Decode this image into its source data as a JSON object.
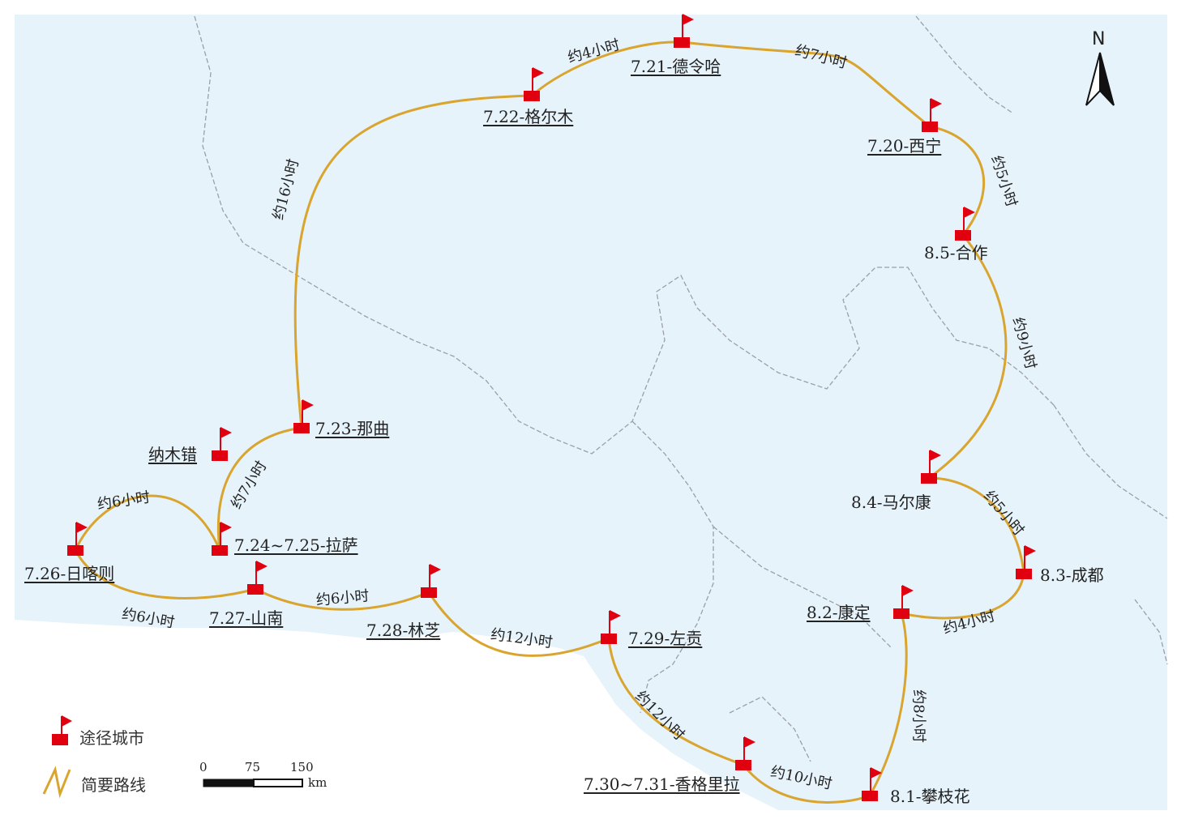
{
  "colors": {
    "land": "#e6f3fb",
    "route": "#d9a52e",
    "flag": "#e0000f",
    "border": "#9aa0a6"
  },
  "north_label": "N",
  "cities": [
    {
      "id": "delingha",
      "label": "7.21-德令哈",
      "underlined": true
    },
    {
      "id": "geermu",
      "label": "7.22-格尔木",
      "underlined": true
    },
    {
      "id": "xining",
      "label": "7.20-西宁",
      "underlined": true
    },
    {
      "id": "hezuo",
      "label": "8.5-合作",
      "underlined": false
    },
    {
      "id": "maerkang",
      "label": "8.4-马尔康",
      "underlined": false
    },
    {
      "id": "chengdu",
      "label": "8.3-成都",
      "underlined": false
    },
    {
      "id": "kangding",
      "label": "8.2-康定",
      "underlined": true
    },
    {
      "id": "panzhihua",
      "label": "8.1-攀枝花",
      "underlined": false
    },
    {
      "id": "xianggelila",
      "label": "7.30~7.31-香格里拉",
      "underlined": true
    },
    {
      "id": "zuogong",
      "label": "7.29-左贡",
      "underlined": true
    },
    {
      "id": "linzhi",
      "label": "7.28-林芝",
      "underlined": true
    },
    {
      "id": "shannan",
      "label": "7.27-山南",
      "underlined": true
    },
    {
      "id": "lasa",
      "label": "7.24~7.25-拉萨",
      "underlined": true
    },
    {
      "id": "rikaze",
      "label": "7.26-日喀则",
      "underlined": true
    },
    {
      "id": "namucuo",
      "label": "纳木错",
      "underlined": true
    },
    {
      "id": "naqu",
      "label": "7.23-那曲",
      "underlined": true
    }
  ],
  "routes": [
    {
      "from": "xining",
      "to": "delingha",
      "duration": "约7小时"
    },
    {
      "from": "delingha",
      "to": "geermu",
      "duration": "约4小时"
    },
    {
      "from": "geermu",
      "to": "naqu",
      "duration": "约16小时"
    },
    {
      "from": "naqu",
      "to": "lasa",
      "duration": "约7小时"
    },
    {
      "from": "lasa",
      "to": "rikaze",
      "duration": "约6小时"
    },
    {
      "from": "rikaze",
      "to": "shannan",
      "duration": "约6小时"
    },
    {
      "from": "shannan",
      "to": "linzhi",
      "duration": "约6小时"
    },
    {
      "from": "linzhi",
      "to": "zuogong",
      "duration": "约12小时"
    },
    {
      "from": "zuogong",
      "to": "xianggelila",
      "duration": "约12小时"
    },
    {
      "from": "xianggelila",
      "to": "panzhihua",
      "duration": "约10小时"
    },
    {
      "from": "panzhihua",
      "to": "kangding",
      "duration": "约8小时"
    },
    {
      "from": "kangding",
      "to": "chengdu",
      "duration": "约4小时"
    },
    {
      "from": "chengdu",
      "to": "maerkang",
      "duration": "约5小时"
    },
    {
      "from": "maerkang",
      "to": "hezuo",
      "duration": "约9小时"
    },
    {
      "from": "hezuo",
      "to": "xining",
      "duration": "约5小时"
    }
  ],
  "legend": {
    "city": "途径城市",
    "route": "简要路线"
  },
  "scale": {
    "ticks": [
      "0",
      "75",
      "150"
    ],
    "unit": "km"
  }
}
